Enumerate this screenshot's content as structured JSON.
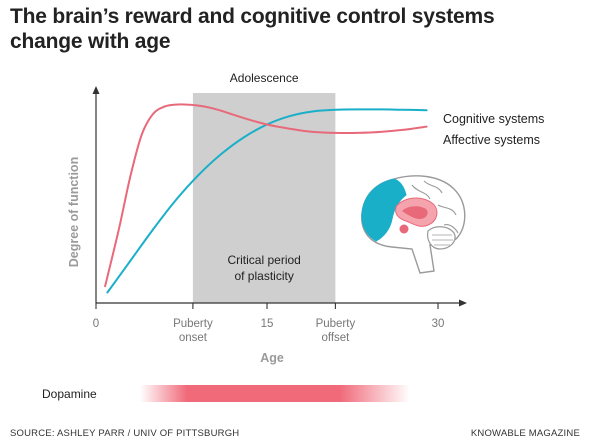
{
  "title": "The brain’s reward and cognitive control systems change with age",
  "source": "SOURCE: ASHLEY PARR / UNIV OF PITTSBURGH",
  "credit": "KNOWABLE MAGAZINE",
  "chart_data": {
    "type": "line",
    "xlabel": "Age",
    "ylabel": "Degree of function",
    "xlim": [
      0,
      30
    ],
    "ylim": [
      0,
      1
    ],
    "x_ticks": [
      {
        "x": 0,
        "label": "0"
      },
      {
        "x": 8.5,
        "label": "Puberty\nonset"
      },
      {
        "x": 15,
        "label": "15"
      },
      {
        "x": 21,
        "label": "Puberty\noffset"
      },
      {
        "x": 30,
        "label": "30"
      }
    ],
    "highlight_region": {
      "x_start": 8.5,
      "x_end": 21,
      "top_label": "Adolescence",
      "inner_label": "Critical period\nof plasticity",
      "color": "#cfcfcf"
    },
    "series": [
      {
        "name": "Cognitive systems",
        "color": "#1aafc9",
        "x": [
          1,
          3,
          5,
          7,
          9,
          11,
          13,
          15,
          17,
          19,
          21,
          23,
          25,
          27,
          29
        ],
        "y": [
          0.05,
          0.2,
          0.35,
          0.49,
          0.61,
          0.71,
          0.79,
          0.85,
          0.89,
          0.912,
          0.92,
          0.922,
          0.922,
          0.92,
          0.918
        ]
      },
      {
        "name": "Affective systems",
        "color": "#e8697a",
        "x": [
          0.8,
          2,
          3,
          4,
          5,
          6,
          7,
          8,
          9,
          10,
          11,
          13,
          15,
          17,
          19,
          21,
          23,
          25,
          27,
          29
        ],
        "y": [
          0.08,
          0.35,
          0.6,
          0.8,
          0.9,
          0.935,
          0.945,
          0.945,
          0.94,
          0.93,
          0.915,
          0.88,
          0.85,
          0.83,
          0.815,
          0.81,
          0.81,
          0.815,
          0.825,
          0.84
        ]
      }
    ],
    "dopamine": {
      "label": "Dopamine",
      "x_start": 4,
      "x_peak_start": 8,
      "x_peak_end": 21,
      "x_end": 27,
      "color": "#f06a7a"
    }
  }
}
